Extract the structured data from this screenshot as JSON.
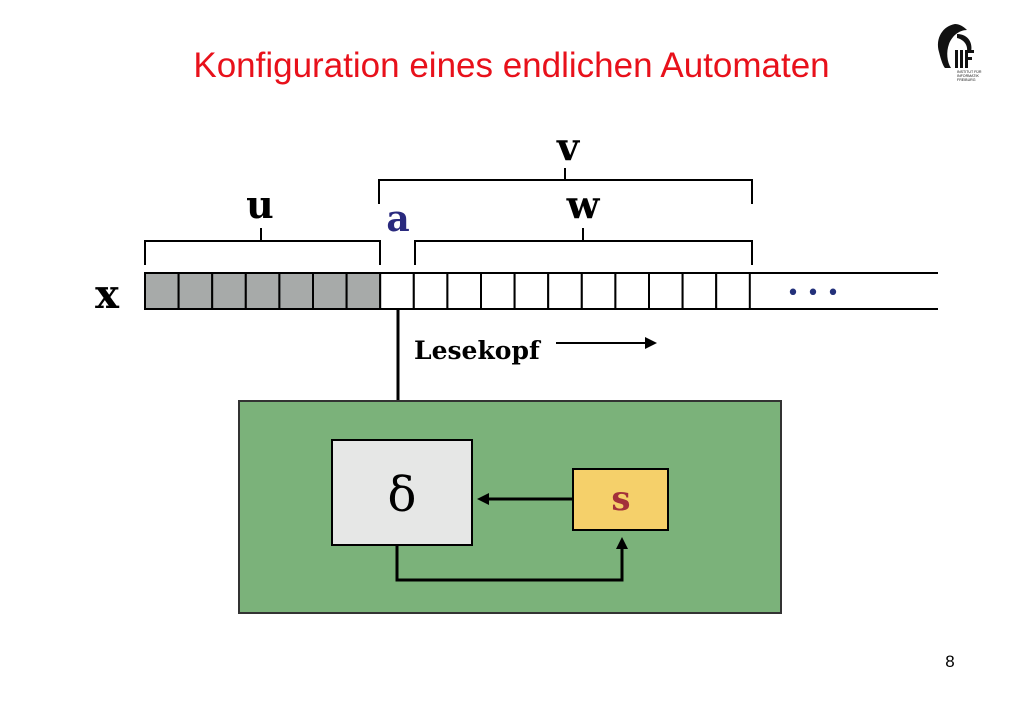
{
  "slide": {
    "title": "Konfiguration eines endlichen Automaten",
    "page_number": "8"
  },
  "logo": {
    "icon": "iif-logo-icon",
    "text_lines": [
      "INSTITUT FÜR",
      "INFORMATIK",
      "FREIBURG"
    ]
  },
  "diagram": {
    "tape_label": "x",
    "label_u": "u",
    "label_v": "v",
    "label_w": "w",
    "current_symbol": "a",
    "read_head_label": "Lesekopf",
    "ellipsis": "• • •",
    "transition_symbol": "δ",
    "state_symbol": "s",
    "tape": {
      "read_cells_count": 7,
      "unread_cells_count": 11
    },
    "colors": {
      "read_cell": "#a7aaa9",
      "unread_cell": "#ffffff",
      "automaton_box": "#7bb27a",
      "delta_box": "#e6e7e6",
      "state_box": "#f5d06a",
      "state_text": "#a3303a",
      "current_symbol": "#2a2a7e",
      "ellipsis": "#23307a"
    }
  }
}
